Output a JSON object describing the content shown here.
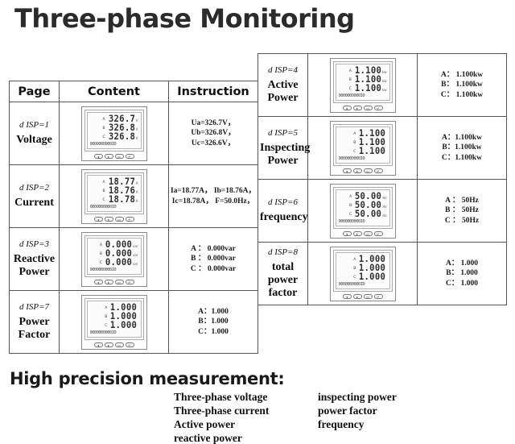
{
  "titles": {
    "main": "Three-phase Monitoring",
    "sub": "High precision measurement:"
  },
  "table_left": {
    "headers": [
      "Page",
      "Content",
      "Instruction"
    ],
    "rows": [
      {
        "code_prefix": "d ISP",
        "code_value": "=1",
        "page_name": "Voltage",
        "meter": {
          "rows": [
            {
              "phase": "A",
              "digits": "326.7",
              "unit": "V"
            },
            {
              "phase": "B",
              "digits": "326.8",
              "unit": "V"
            },
            {
              "phase": "C",
              "digits": "326.8",
              "unit": "V"
            }
          ],
          "bargraph": "0000000000I0",
          "buttons": [
            "◂",
            "▸",
            "▭",
            "↵"
          ]
        },
        "instruction": [
          "Ua=326.7V，",
          "Ub=326.8V，",
          "Uc=326.6V，"
        ]
      },
      {
        "code_prefix": "d ISP",
        "code_value": "=2",
        "page_name": "Current",
        "meter": {
          "rows": [
            {
              "phase": "A",
              "digits": "18.77",
              "unit": "A"
            },
            {
              "phase": "B",
              "digits": "18.76",
              "unit": "A"
            },
            {
              "phase": "C",
              "digits": "18.78",
              "unit": "A"
            }
          ],
          "bargraph": "0000000000I0",
          "buttons": [
            "◂",
            "▸",
            "▭",
            "↵"
          ]
        },
        "instruction": [
          "Ia=18.77A， Ib=18.76A，",
          "Ic=18.78A， F=50.0Hz，"
        ]
      },
      {
        "code_prefix": "d ISP",
        "code_value": "=3",
        "page_name": "Reactive Power",
        "meter": {
          "rows": [
            {
              "phase": "A",
              "digits": "0.000",
              "unit": "var"
            },
            {
              "phase": "B",
              "digits": "0.000",
              "unit": "var"
            },
            {
              "phase": "C",
              "digits": "0.000",
              "unit": "var"
            }
          ],
          "bargraph": "0000000000I0",
          "buttons": [
            "◂",
            "▸",
            "▭",
            "↵"
          ]
        },
        "instruction": [
          "A ： 0.000var",
          "B ： 0.000var",
          "C ： 0.000var"
        ]
      },
      {
        "code_prefix": "d ISP",
        "code_value": "=7",
        "page_name": "Power Factor",
        "meter": {
          "rows": [
            {
              "phase": "A",
              "digits": "1.000",
              "unit": ""
            },
            {
              "phase": "B",
              "digits": "1.000",
              "unit": ""
            },
            {
              "phase": "C",
              "digits": "1.000",
              "unit": ""
            }
          ],
          "bargraph": "0000000000I0",
          "buttons": [
            "◂",
            "▸",
            "▭",
            "↵"
          ]
        },
        "instruction": [
          "A：1.000",
          "B：1.000",
          "C：1.000"
        ]
      }
    ]
  },
  "table_right": {
    "rows": [
      {
        "code_prefix": "d ISP",
        "code_value": "=4",
        "page_name": "Active Power",
        "meter": {
          "rows": [
            {
              "phase": "A",
              "digits": "1.100",
              "unit": "kw"
            },
            {
              "phase": "B",
              "digits": "1.100",
              "unit": "kw"
            },
            {
              "phase": "C",
              "digits": "1.100",
              "unit": "kw"
            }
          ],
          "bargraph": "0000000000I0",
          "buttons": [
            "◂",
            "▸",
            "▭",
            "↵"
          ]
        },
        "instruction": [
          "A： 1.100kw",
          "B： 1.100kw",
          "C： 1.100kw"
        ]
      },
      {
        "code_prefix": "d ISP",
        "code_value": "=5",
        "page_name": "Inspecting Power",
        "meter": {
          "rows": [
            {
              "phase": "A",
              "digits": "1.100",
              "unit": ""
            },
            {
              "phase": "B",
              "digits": "1.100",
              "unit": ""
            },
            {
              "phase": "C",
              "digits": "1.100",
              "unit": ""
            }
          ],
          "bargraph": "0000000000I0",
          "buttons": [
            "◂",
            "▸",
            "▭",
            "↵"
          ]
        },
        "instruction": [
          "A：1.100kw",
          "B：1.100kw",
          "C：1.100kw"
        ]
      },
      {
        "code_prefix": "d ISP",
        "code_value": "=6",
        "page_name": "frequency",
        "meter": {
          "rows": [
            {
              "phase": "A",
              "digits": "50.00",
              "unit": "Hz"
            },
            {
              "phase": "B",
              "digits": "50.00",
              "unit": "Hz"
            },
            {
              "phase": "C",
              "digits": "50.00",
              "unit": "Hz"
            }
          ],
          "bargraph": "0000000000I0",
          "buttons": [
            "◂",
            "▸",
            "▭",
            "↵"
          ]
        },
        "instruction": [
          "A ： 50Hz",
          "B ： 50Hz",
          "C ： 50Hz"
        ]
      },
      {
        "code_prefix": "d ISP",
        "code_value": "=8",
        "page_name": "total power factor",
        "meter": {
          "rows": [
            {
              "phase": "A",
              "digits": "1.000",
              "unit": ""
            },
            {
              "phase": "B",
              "digits": "1.000",
              "unit": ""
            },
            {
              "phase": "C",
              "digits": "1.000",
              "unit": ""
            }
          ],
          "bargraph": "0000000000I0",
          "buttons": [
            "◂",
            "▸",
            "▭",
            "↵"
          ]
        },
        "instruction": [
          "A： 1.000",
          "B： 1.000",
          "C： 1.000"
        ]
      }
    ]
  },
  "features": {
    "left": [
      "Three-phase voltage",
      "Three-phase current",
      "Active power",
      "reactive power"
    ],
    "right": [
      "inspecting power",
      "power factor",
      "frequency"
    ]
  },
  "colors": {
    "title": "#2b2b2b",
    "border": "#555555",
    "text": "#111111"
  }
}
